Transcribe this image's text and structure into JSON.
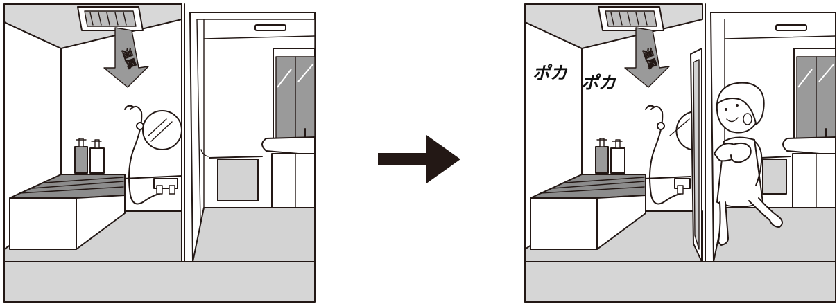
{
  "before": {
    "airflow_label": "温風"
  },
  "after": {
    "airflow_label": "温風",
    "sound_effect_1": "ポカ",
    "sound_effect_2": "ポカ"
  },
  "colors": {
    "line": "#231815",
    "wall": "#ffffff",
    "floor": "#d3d3d3",
    "tub_lid": "#8c8c8c",
    "arrow": "#231815"
  }
}
